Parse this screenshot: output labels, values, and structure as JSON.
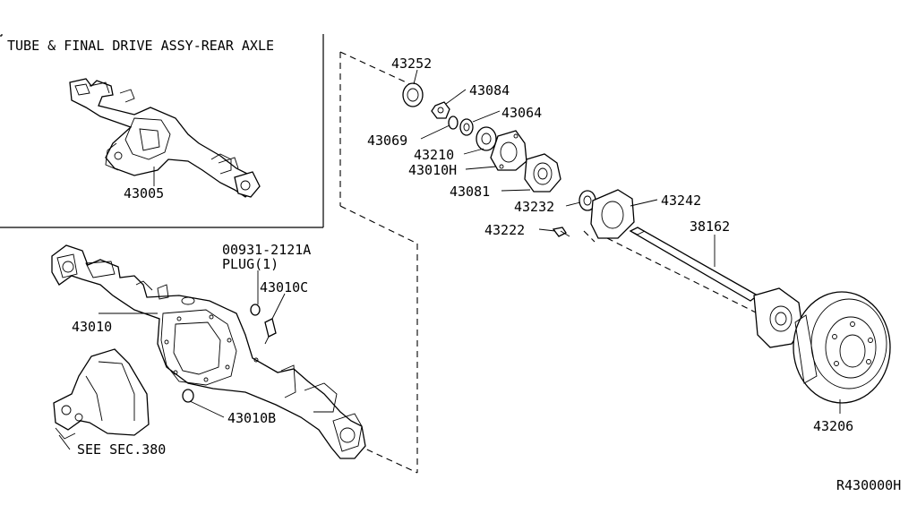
{
  "inset": {
    "title": "TUBE & FINAL DRIVE ASSY-REAR AXLE",
    "part_number": "43005"
  },
  "parts": {
    "p43252": "43252",
    "p43084": "43084",
    "p43064": "43064",
    "p43069": "43069",
    "p43210": "43210",
    "p43010H": "43010H",
    "p43081": "43081",
    "p43232": "43232",
    "p43242": "43242",
    "p43222": "43222",
    "p38162": "38162",
    "p00931": "00931-2121A",
    "plug": "PLUG(1)",
    "p43010C": "43010C",
    "p43010": "43010",
    "p43010B": "43010B",
    "see_sec": "SEE SEC.380",
    "p43206": "43206"
  },
  "diagram_code": "R430000H"
}
